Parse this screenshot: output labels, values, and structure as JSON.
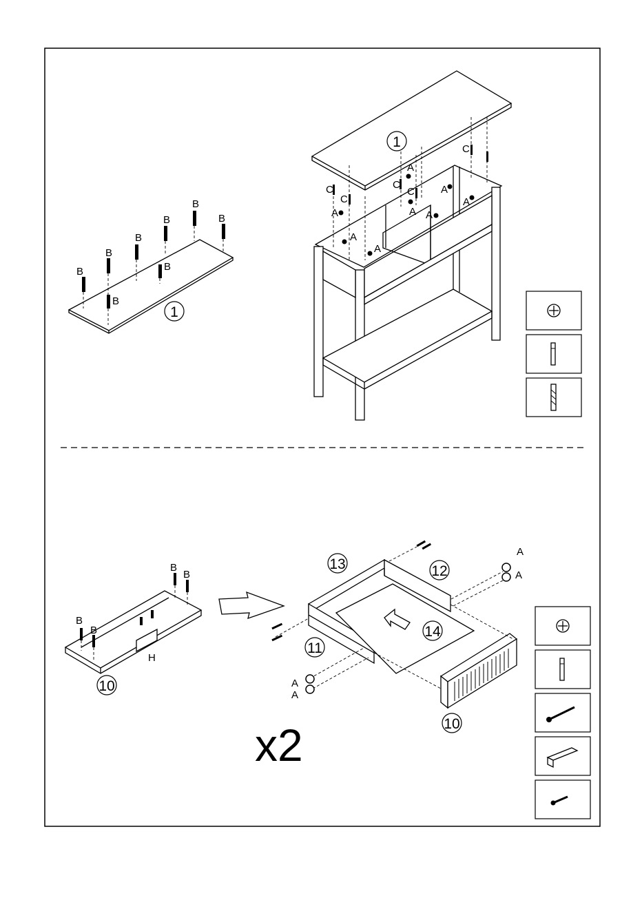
{
  "frame": {
    "border_color": "#000000",
    "background": "#ffffff"
  },
  "step_top": {
    "left_panel": {
      "part_label": "1",
      "dowel_labels": [
        "B",
        "B",
        "B",
        "B",
        "B",
        "B",
        "B",
        "B"
      ]
    },
    "right_assembly": {
      "part_label": "1",
      "cam_labels": [
        "A",
        "A",
        "A",
        "A",
        "A",
        "A",
        "A",
        "A"
      ],
      "screw_labels": [
        "C",
        "C",
        "C",
        "C",
        "C"
      ]
    },
    "hardware_legend": [
      {
        "icon": "cam-lock-icon"
      },
      {
        "icon": "wood-dowel-icon"
      },
      {
        "icon": "cam-bolt-icon"
      }
    ]
  },
  "step_bottom": {
    "drawer_front": {
      "part_label": "10",
      "dowel_labels": [
        "B",
        "B",
        "B",
        "B"
      ],
      "handle_label": "H"
    },
    "drawer_box": {
      "side_left_label": "13",
      "side_right_label": "12",
      "back_label": "11",
      "bottom_label": "14",
      "front_label": "10",
      "cam_labels": [
        "A",
        "A",
        "A",
        "A"
      ]
    },
    "multiplier": "x2",
    "hardware_legend": [
      {
        "icon": "cam-lock-icon"
      },
      {
        "icon": "wood-dowel-icon"
      },
      {
        "icon": "wood-screw-icon"
      },
      {
        "icon": "handle-icon"
      },
      {
        "icon": "short-screw-icon"
      }
    ]
  }
}
